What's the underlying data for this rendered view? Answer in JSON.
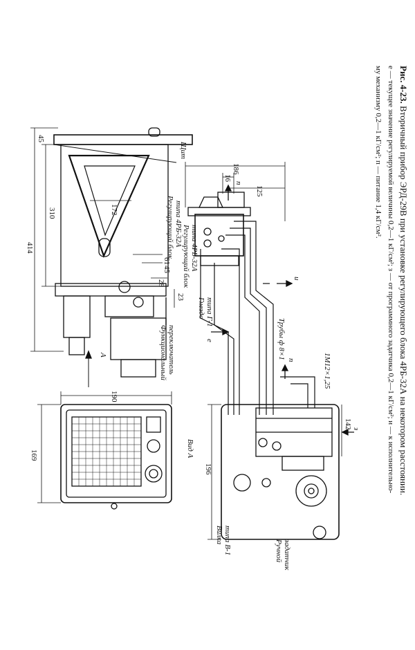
{
  "caption": {
    "number": "Рис. 4-23.",
    "title": "Вторичный прибор ЭРД-29В при установке регулирующего блока 4РБ-32А на некотором расстоянии.",
    "line2": "е — текущее значение регулируемой величины 0,2—1 кГ/см²; з — от программного задатчика 0,2—1 кГ/см²; и — к исполнительно-",
    "line3": "му механизму 0,2—1 кГ/см²; п — питание 1,4 кГ/см²."
  },
  "labels": {
    "shield": "Щит",
    "block_line1": "Регулирующий блок",
    "block_line2": "типа 4РБ-32А",
    "switch_line1": "Функциональный",
    "switch_line2": "переключатель",
    "arrow_a": "А",
    "view_a": "Вид А",
    "plug_line1": "Вилка",
    "plug_line2": "типа В-1",
    "manual_line1": "Ручной",
    "manual_line2": "задатчик",
    "socket_line1": "Гнездо",
    "socket_line2": "типа Г-1",
    "unit_line1": "Регулирующий блок",
    "unit_line2": "типа 4РБ-32А",
    "pipes": "Трубы ф 8×1",
    "thread": "1М12×1,25",
    "e": "е",
    "z": "з",
    "i": "и",
    "p1": "п",
    "p2": "п"
  },
  "dims": {
    "d45": "45",
    "d310": "310",
    "d414": "414",
    "d172": "172",
    "d61": "61",
    "d45b": "45",
    "d28": "28",
    "d23": "23",
    "d190": "190",
    "d169": "169",
    "d186": "186",
    "d16": "16",
    "d125": "125",
    "d196": "196",
    "d142": "142"
  }
}
